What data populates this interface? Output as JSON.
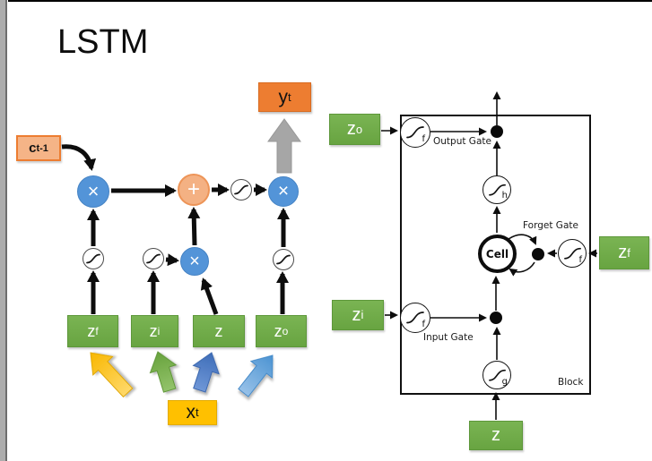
{
  "title": "LSTM",
  "left_diagram": {
    "c_prev": {
      "base": "c",
      "sup": "t-1"
    },
    "y_out": {
      "base": "y",
      "sup": "t"
    },
    "x_in": {
      "base": "x",
      "sup": "t"
    },
    "z_boxes": [
      {
        "base": "z",
        "sup": "f"
      },
      {
        "base": "z",
        "sup": "i"
      },
      {
        "base": "z",
        "sup": ""
      },
      {
        "base": "z",
        "sup": "o"
      }
    ],
    "op_multiply": "×",
    "op_add": "+"
  },
  "right_diagram": {
    "cell_label": "Cell",
    "block_label": "Block",
    "output_gate_label": "Output Gate",
    "forget_gate_label": "Forget Gate",
    "input_gate_label": "Input Gate",
    "gate_f": "f",
    "gate_h": "h",
    "gate_g": "g",
    "z_o": {
      "base": "z",
      "sup": "o"
    },
    "z_f": {
      "base": "z",
      "sup": "f"
    },
    "z_i": {
      "base": "z",
      "sup": "i"
    },
    "z": {
      "base": "z",
      "sup": ""
    }
  },
  "colors": {
    "accent_blue": "#5394d8",
    "accent_orange": "#ed7d31",
    "accent_light_orange": "#f4b183",
    "accent_green": "#70ad47",
    "accent_gold": "#ffc000",
    "accent_dark_blue": "#4472c4",
    "accent_light_blue": "#5b9bd5",
    "arrow_gray": "#a6a6a6"
  }
}
